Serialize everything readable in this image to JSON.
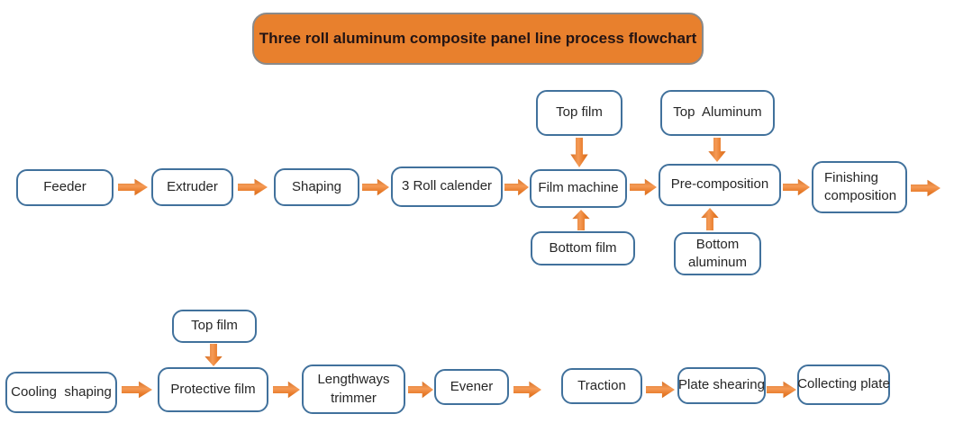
{
  "title": "Three roll aluminum composite panel line process flowchart",
  "colors": {
    "accent_orange": "#e87c2b",
    "node_border": "#41719c",
    "node_text": "#262626",
    "title_bg": "#e8802d",
    "title_border": "#8a8a8a",
    "title_text": "#231414"
  },
  "nodes": {
    "feeder": "Feeder",
    "extruder": "Extruder",
    "shaping": "Shaping",
    "roll_calender": "3 Roll calender",
    "film_machine": "Film machine",
    "pre_composition": "Pre-composition",
    "finishing_composition": "Finishing composition",
    "top_film_1": "Top film",
    "top_aluminum": "Top  Aluminum",
    "bottom_film": "Bottom film",
    "bottom_aluminum": "Bottom aluminum",
    "top_film_2": "Top film",
    "cooling_shaping": "Cooling  shaping",
    "protective_film": "Protective film",
    "lengthways_trimmer": "Lengthways trimmer",
    "evener": "Evener",
    "traction": "Traction",
    "plate_shearing": "Plate shearing",
    "collecting_plate": "Collecting plate"
  }
}
